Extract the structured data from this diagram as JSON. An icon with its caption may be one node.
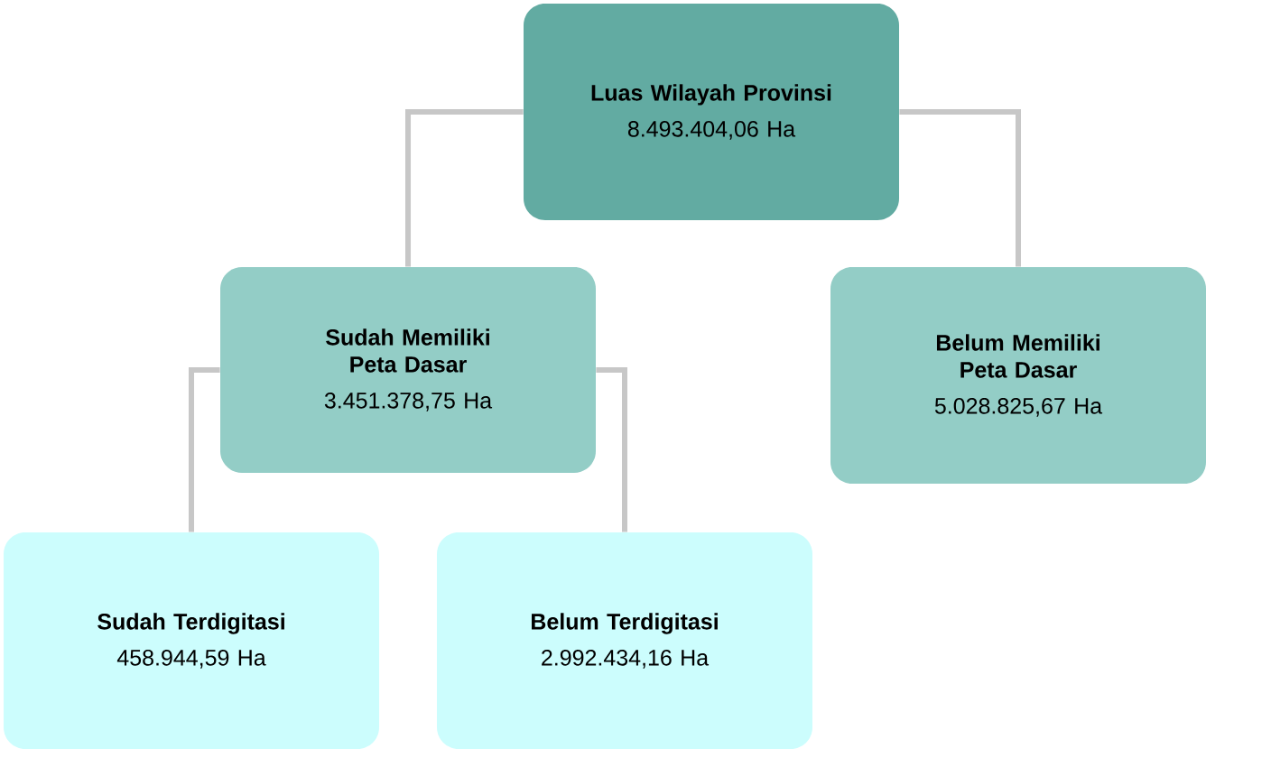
{
  "diagram": {
    "nodes": [
      {
        "text": [
          "Luas Wilayah Provinsi",
          "8.493.404,06 Ha"
        ]
      },
      {
        "text": [
          "Sudah Memiliki Peta Dasar",
          "3.451.378,75 Ha"
        ]
      },
      {
        "text": [
          "Belum Memiliki Peta Dasar",
          "5.028.825,67 Ha"
        ]
      },
      {
        "text": [
          "Sudah Terdigitasi",
          "458.944,59 Ha"
        ]
      },
      {
        "text": [
          "Belum Terdigitasi",
          "2.992.434,16 Ha"
        ]
      }
    ],
    "edges": [
      {
        "from": 0,
        "to": 1,
        "arrow": "none"
      },
      {
        "from": 0,
        "to": 2,
        "arrow": "none"
      },
      {
        "from": 1,
        "to": 3,
        "arrow": "none"
      },
      {
        "from": 1,
        "to": 4,
        "arrow": "none"
      }
    ]
  }
}
